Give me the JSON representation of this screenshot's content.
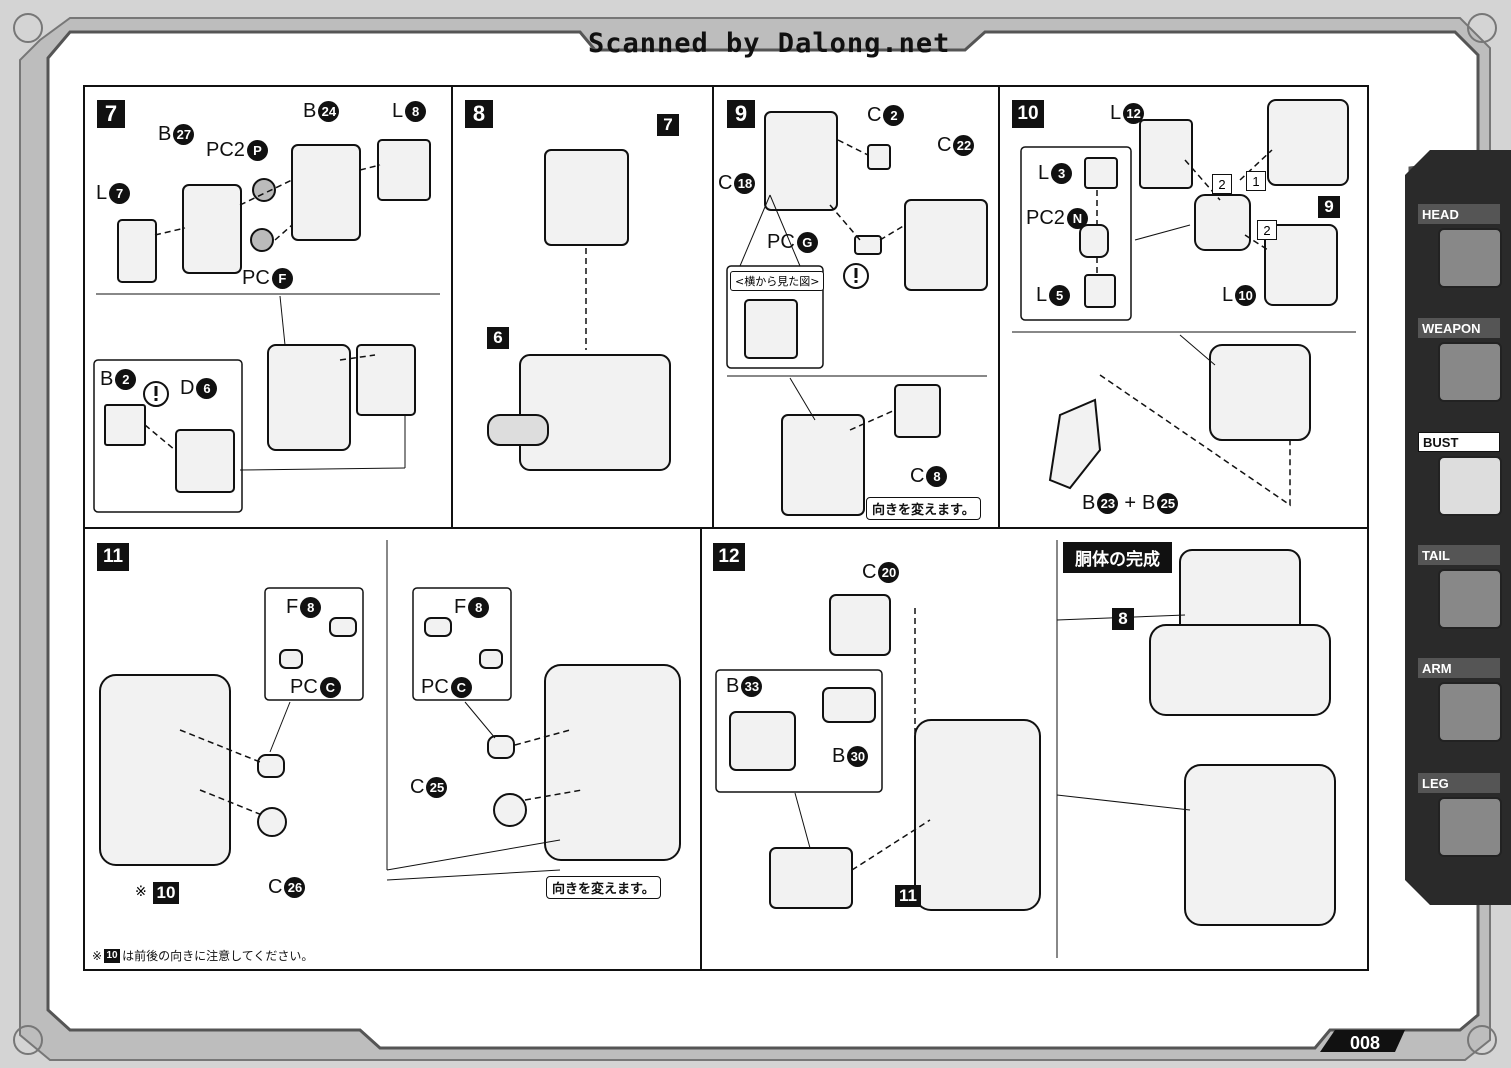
{
  "header": {
    "title": "Scanned by Dalong.net"
  },
  "page": {
    "number": "008"
  },
  "sidebar": {
    "tabs": [
      {
        "label": "HEAD",
        "active": false
      },
      {
        "label": "WEAPON",
        "active": false
      },
      {
        "label": "BUST",
        "active": true
      },
      {
        "label": "TAIL",
        "active": false
      },
      {
        "label": "ARM",
        "active": false
      },
      {
        "label": "LEG",
        "active": false
      }
    ]
  },
  "steps": {
    "s7": {
      "num": "7",
      "parts": {
        "b24": {
          "pre": "B",
          "n": "24"
        },
        "l8": {
          "pre": "L",
          "n": "8"
        },
        "b27": {
          "pre": "B",
          "n": "27"
        },
        "pc2p": {
          "pre": "PC2",
          "n": "P"
        },
        "l7": {
          "pre": "L",
          "n": "7"
        },
        "pcf": {
          "pre": "PC",
          "n": "F"
        },
        "b2": {
          "pre": "B",
          "n": "2"
        },
        "d6": {
          "pre": "D",
          "n": "6"
        }
      }
    },
    "s8": {
      "num": "8",
      "ref7": "7",
      "ref6": "6"
    },
    "s9": {
      "num": "9",
      "parts": {
        "c2": {
          "pre": "C",
          "n": "2"
        },
        "c22": {
          "pre": "C",
          "n": "22"
        },
        "c18": {
          "pre": "C",
          "n": "18"
        },
        "pcg": {
          "pre": "PC",
          "n": "G"
        },
        "c8": {
          "pre": "C",
          "n": "8"
        }
      },
      "side_view": "<横から見た図>",
      "turn_note": "向きを変えます。"
    },
    "s10": {
      "num": "10",
      "parts": {
        "l12": {
          "pre": "L",
          "n": "12"
        },
        "l3": {
          "pre": "L",
          "n": "3"
        },
        "pc2n": {
          "pre": "PC2",
          "n": "N"
        },
        "l5": {
          "pre": "L",
          "n": "5"
        },
        "l10": {
          "pre": "L",
          "n": "10"
        },
        "b23": {
          "pre": "B",
          "n": "23"
        },
        "b25": {
          "pre": "B",
          "n": "25"
        }
      },
      "ref9": "9",
      "order1": "1",
      "order2a": "2",
      "order2b": "2",
      "plus": "+"
    },
    "s11": {
      "num": "11",
      "parts": {
        "f8a": {
          "pre": "F",
          "n": "8"
        },
        "pcca": {
          "pre": "PC",
          "n": "C"
        },
        "f8b": {
          "pre": "F",
          "n": "8"
        },
        "pccb": {
          "pre": "PC",
          "n": "C"
        },
        "c25": {
          "pre": "C",
          "n": "25"
        },
        "c26": {
          "pre": "C",
          "n": "26"
        }
      },
      "ref10": "10",
      "ref10_mark": "※",
      "turn_note": "向きを変えます。"
    },
    "s12": {
      "num": "12",
      "parts": {
        "c20": {
          "pre": "C",
          "n": "20"
        },
        "b33": {
          "pre": "B",
          "n": "33"
        },
        "b30": {
          "pre": "B",
          "n": "30"
        }
      },
      "ref11": "11"
    },
    "complete": {
      "title": "胴体の完成",
      "ref8": "8"
    }
  },
  "footnote": {
    "mark": "※",
    "num": "10",
    "text": "は前後の向きに注意してください。"
  }
}
